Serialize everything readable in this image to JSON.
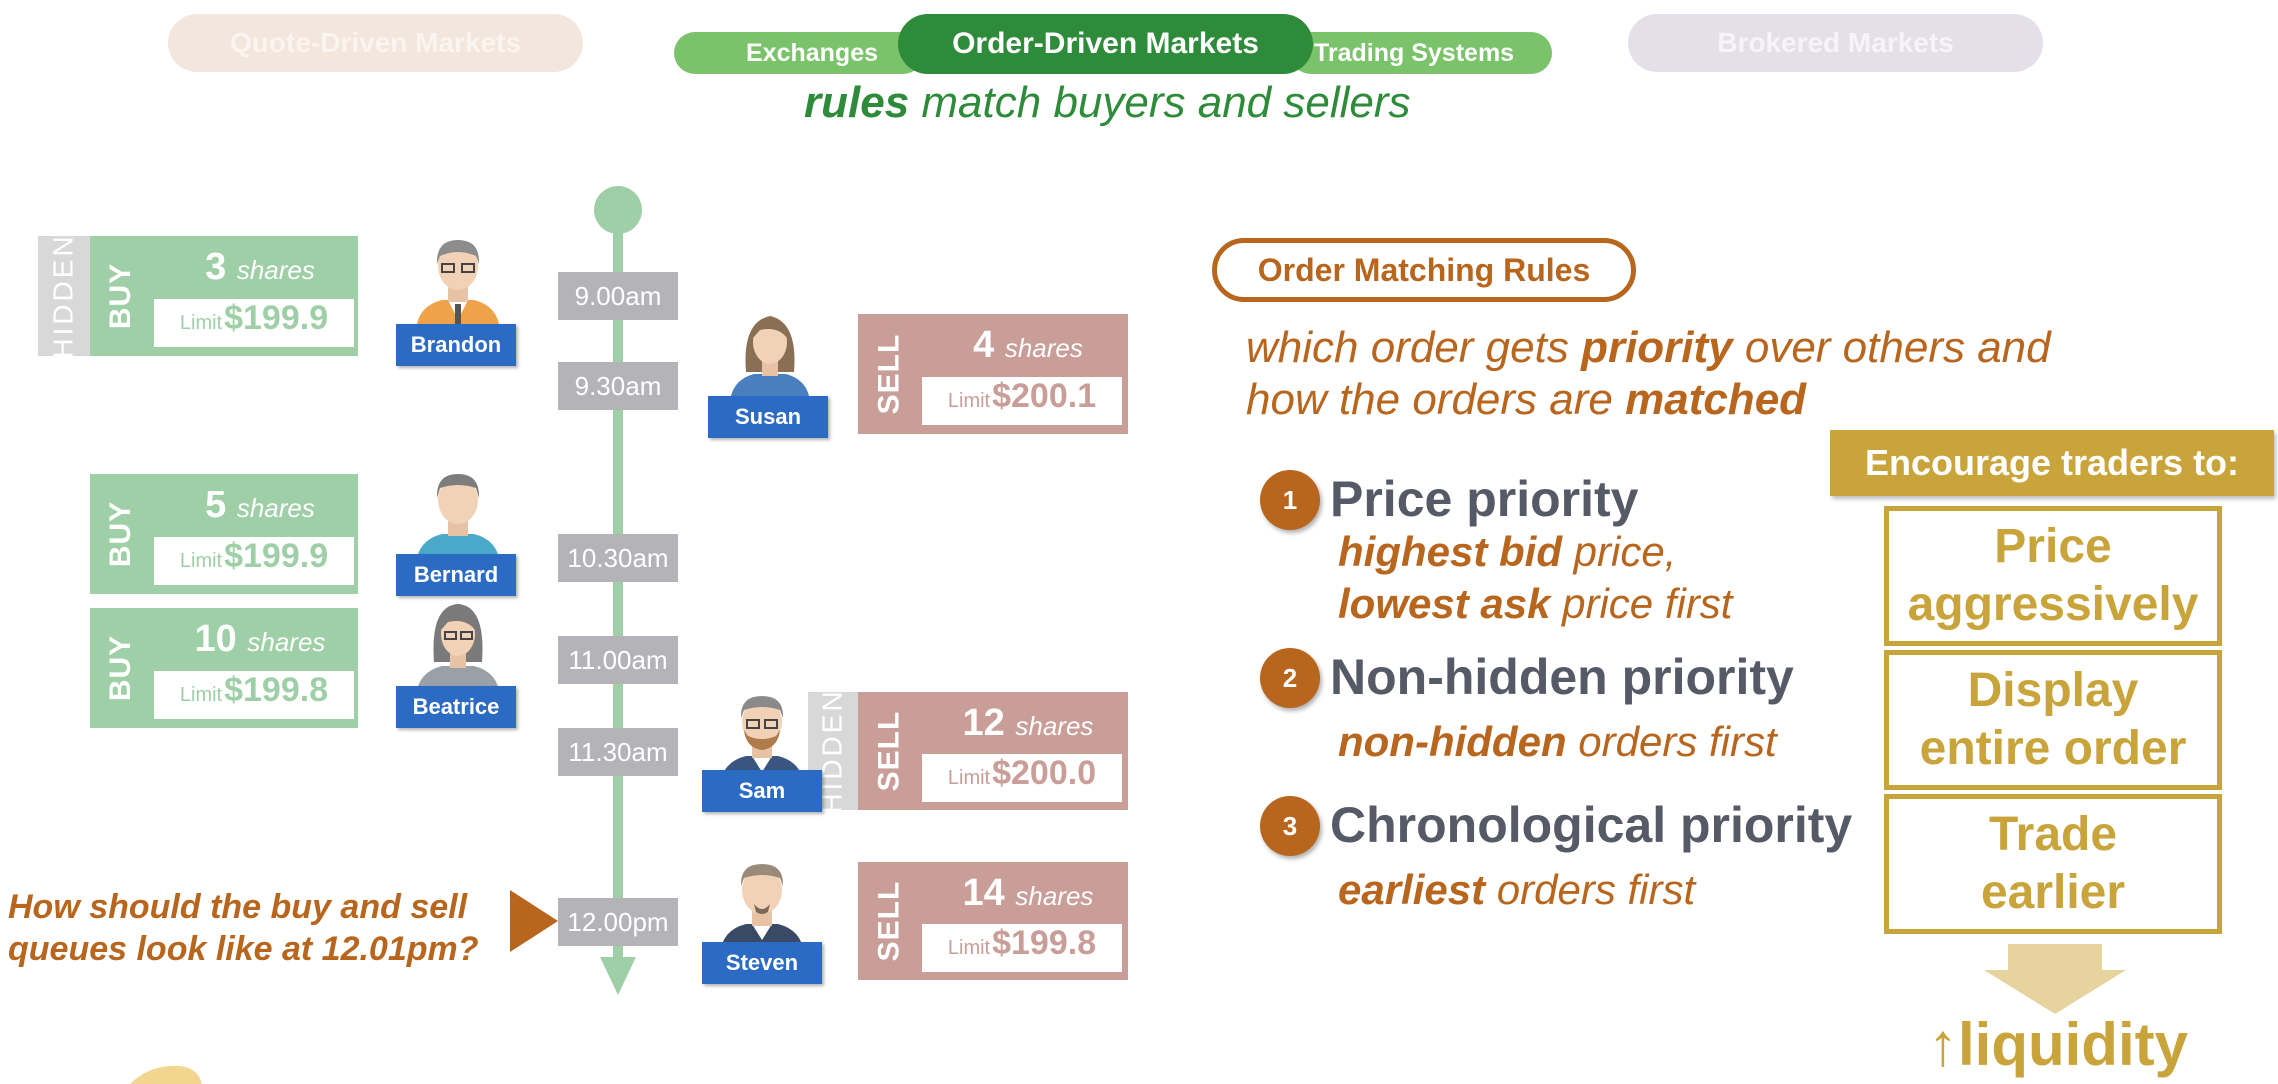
{
  "header": {
    "quote_driven": "Quote-Driven Markets",
    "exchanges": "Exchanges",
    "order_driven": "Order-Driven Markets",
    "trading_systems": "Trading Systems",
    "brokered": "Brokered Markets",
    "tagline_bold": "rules",
    "tagline_rest": " match buyers and sellers"
  },
  "timeline": {
    "times": [
      "9.00am",
      "9.30am",
      "10.30am",
      "11.00am",
      "11.30am",
      "12.00pm"
    ]
  },
  "orders": [
    {
      "side": "BUY",
      "hidden": "HIDDEN",
      "qty": "3",
      "shares": "shares",
      "limit_label": "Limit",
      "price": "$199.9",
      "trader": "Brandon"
    },
    {
      "side": "SELL",
      "hidden": "",
      "qty": "4",
      "shares": "shares",
      "limit_label": "Limit",
      "price": "$200.1",
      "trader": "Susan"
    },
    {
      "side": "BUY",
      "hidden": "",
      "qty": "5",
      "shares": "shares",
      "limit_label": "Limit",
      "price": "$199.9",
      "trader": "Bernard"
    },
    {
      "side": "BUY",
      "hidden": "",
      "qty": "10",
      "shares": "shares",
      "limit_label": "Limit",
      "price": "$199.8",
      "trader": "Beatrice"
    },
    {
      "side": "SELL",
      "hidden": "HIDDEN",
      "qty": "12",
      "shares": "shares",
      "limit_label": "Limit",
      "price": "$200.0",
      "trader": "Sam"
    },
    {
      "side": "SELL",
      "hidden": "",
      "qty": "14",
      "shares": "shares",
      "limit_label": "Limit",
      "price": "$199.8",
      "trader": "Steven"
    }
  ],
  "question": {
    "line1": "How should the buy and sell",
    "line2": "queues look like at 12.01pm?"
  },
  "rules": {
    "heading": "Order Matching Rules",
    "intro_1a": "which order gets ",
    "intro_1b": "priority",
    "intro_1c": " over others and",
    "intro_2a": "how the orders are ",
    "intro_2b": "matched",
    "items": [
      {
        "num": "1",
        "title": "Price priority",
        "l1_bold": "highest bid",
        "l1_rest": " price,",
        "l2_bold": "lowest ask",
        "l2_rest": " price first"
      },
      {
        "num": "2",
        "title": "Non-hidden priority",
        "l1_bold": "non-hidden",
        "l1_rest": " orders first"
      },
      {
        "num": "3",
        "title": "Chronological priority",
        "l1_bold": "earliest",
        "l1_rest": " orders first"
      }
    ]
  },
  "encourage": {
    "heading": "Encourage traders to:",
    "boxes": [
      {
        "l1": "Price",
        "l2": "aggressively"
      },
      {
        "l1": "Display",
        "l2": "entire order"
      },
      {
        "l1": "Trade",
        "l2": "earlier"
      }
    ],
    "result_arrow": "↑",
    "result": "liquidity"
  },
  "colors": {
    "buy": "#9fcfa6",
    "sell": "#c99d98",
    "hidden": "#d8d8d8",
    "name_tag": "#2c6bc4",
    "accent_orange": "#b8651e",
    "gold": "#c9a43a"
  }
}
